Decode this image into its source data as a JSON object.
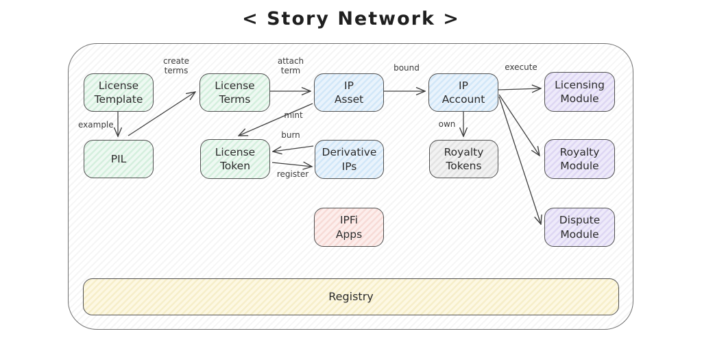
{
  "title": "< Story Network >",
  "colors": {
    "node_green": "#d5efde",
    "node_blue": "#d2e7f8",
    "node_purple": "#ded7f3",
    "node_gray": "#e3e3e3",
    "node_pink": "#f7dbd7",
    "node_yellow": "#f6eec9",
    "stroke": "#4f4f4f",
    "arrow": "#3f3f3f"
  },
  "diagram": {
    "nodes": [
      {
        "id": "license-template",
        "label": "License\nTemplate",
        "color": "green"
      },
      {
        "id": "license-terms",
        "label": "License\nTerms",
        "color": "green"
      },
      {
        "id": "ip-asset",
        "label": "IP\nAsset",
        "color": "blue"
      },
      {
        "id": "ip-account",
        "label": "IP\nAccount",
        "color": "blue"
      },
      {
        "id": "licensing-module",
        "label": "Licensing\nModule",
        "color": "purple"
      },
      {
        "id": "pil",
        "label": "PIL",
        "color": "green"
      },
      {
        "id": "license-token",
        "label": "License\nToken",
        "color": "green"
      },
      {
        "id": "derivative-ips",
        "label": "Derivative\nIPs",
        "color": "blue"
      },
      {
        "id": "royalty-tokens",
        "label": "Royalty\nTokens",
        "color": "gray"
      },
      {
        "id": "royalty-module",
        "label": "Royalty\nModule",
        "color": "purple"
      },
      {
        "id": "ipfi-apps",
        "label": "IPFi\nApps",
        "color": "pink"
      },
      {
        "id": "dispute-module",
        "label": "Dispute\nModule",
        "color": "purple"
      },
      {
        "id": "registry",
        "label": "Registry",
        "color": "yellow"
      }
    ],
    "edges": [
      {
        "from": "license-template",
        "to": "pil",
        "label": "example"
      },
      {
        "from": "pil",
        "to": "license-terms",
        "label": "create\nterms"
      },
      {
        "from": "license-terms",
        "to": "ip-asset",
        "label": "attach\nterm"
      },
      {
        "from": "ip-asset",
        "to": "ip-account",
        "label": "bound"
      },
      {
        "from": "ip-account",
        "to": "licensing-module",
        "label": "execute"
      },
      {
        "from": "ip-account",
        "to": "royalty-tokens",
        "label": "own"
      },
      {
        "from": "ip-account",
        "to": "royalty-module",
        "label": ""
      },
      {
        "from": "ip-account",
        "to": "dispute-module",
        "label": ""
      },
      {
        "from": "ip-asset",
        "to": "license-token",
        "label": "mint"
      },
      {
        "from": "derivative-ips",
        "to": "license-token",
        "label": "burn"
      },
      {
        "from": "license-token",
        "to": "derivative-ips",
        "label": "register"
      }
    ]
  }
}
